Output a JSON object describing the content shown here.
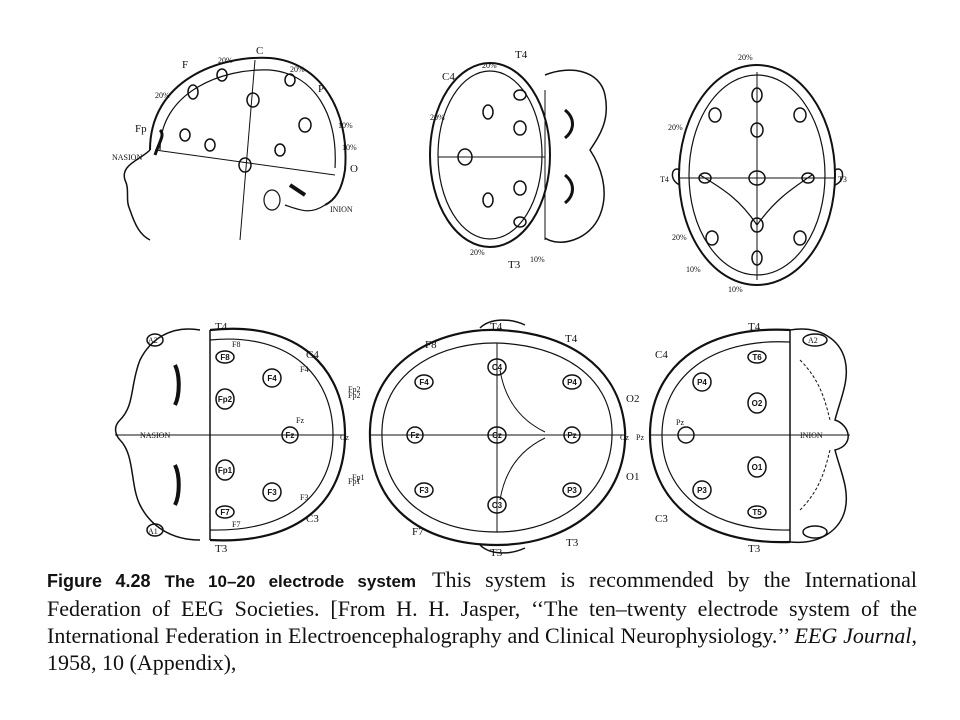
{
  "figure": {
    "side_view": {
      "labels": [
        "F",
        "C",
        "P",
        "O",
        "Fp",
        "NASION",
        "INION",
        "20%",
        "20%",
        "20%",
        "10%",
        "10%"
      ]
    },
    "front_view": {
      "labels": [
        "T4",
        "C4",
        "T3",
        "20%",
        "20%",
        "20%",
        "10%"
      ]
    },
    "top_view": {
      "labels": [
        "20%",
        "20%",
        "20%",
        "10%",
        "10%",
        "T4",
        "T3"
      ]
    },
    "bottom_left": {
      "labels": [
        "T4",
        "C4",
        "T3",
        "C3",
        "A1",
        "A2",
        "NASION",
        "Fp2",
        "Fp1",
        "F4",
        "F3",
        "F8",
        "F7",
        "Fz",
        "Cz"
      ],
      "electrodes": [
        "F8",
        "F4",
        "Fp2",
        "Fz",
        "Fp1",
        "F3",
        "F7"
      ]
    },
    "bottom_middle": {
      "labels": [
        "F8",
        "T4",
        "T4",
        "Fp2",
        "Fp1",
        "O2",
        "O1",
        "Cz",
        "Pz",
        "F7",
        "T3",
        "T3"
      ],
      "electrodes": [
        "C4",
        "F4",
        "P4",
        "Fz",
        "Cz",
        "Pz",
        "F3",
        "C3",
        "P3"
      ]
    },
    "bottom_right": {
      "labels": [
        "T4",
        "A2",
        "C4",
        "C3",
        "T3",
        "INION",
        "Pz"
      ],
      "electrodes": [
        "P4",
        "O2",
        "O1",
        "P3",
        "T6",
        "T5"
      ]
    }
  },
  "caption": {
    "label": "Figure 4.28",
    "title": "The 10–20 electrode system",
    "text_before_journal": "This system is recommended by the International Federation of EEG Societies. [From H. H. Jasper, ‘‘The ten–twenty electrode system of the International Federation in Electroencephalography and Clinical Neurophysiology.’’",
    "journal": "EEG Journal",
    "text_after_journal": ", 1958, 10 (Appendix),"
  }
}
